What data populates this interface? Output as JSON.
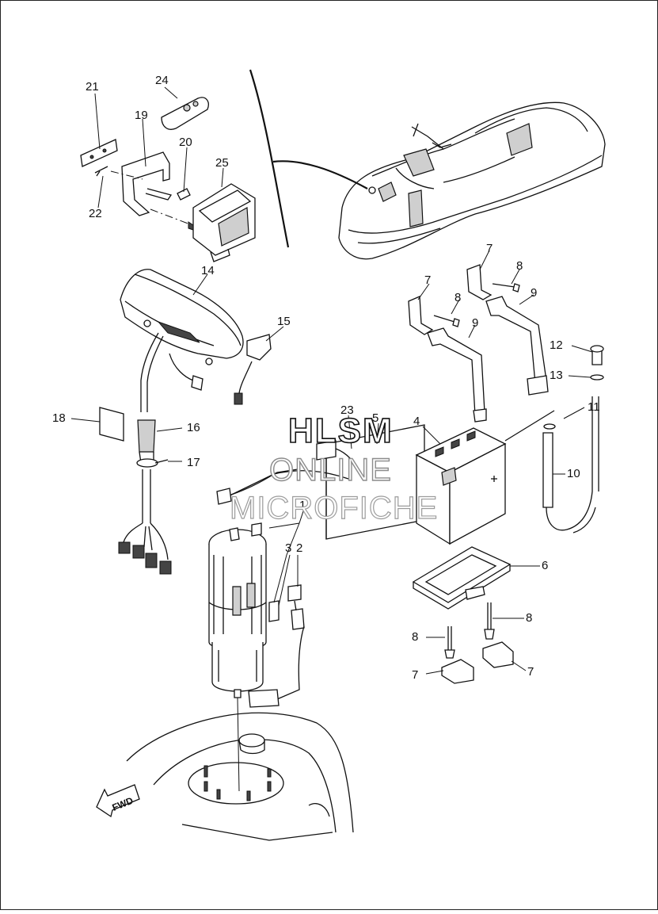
{
  "watermark": {
    "line1": "HLSM",
    "line2": "ONLINE",
    "line3": "MICROFICHE"
  },
  "direction_label": "FWD",
  "callouts": [
    {
      "id": "c1",
      "text": "1"
    },
    {
      "id": "c2",
      "text": "2"
    },
    {
      "id": "c3",
      "text": "3"
    },
    {
      "id": "c4",
      "text": "4"
    },
    {
      "id": "c5",
      "text": "5"
    },
    {
      "id": "c6",
      "text": "6"
    },
    {
      "id": "c7a",
      "text": "7"
    },
    {
      "id": "c7b",
      "text": "7"
    },
    {
      "id": "c7c",
      "text": "7"
    },
    {
      "id": "c7d",
      "text": "7"
    },
    {
      "id": "c8a",
      "text": "8"
    },
    {
      "id": "c8b",
      "text": "8"
    },
    {
      "id": "c8c",
      "text": "8"
    },
    {
      "id": "c8d",
      "text": "8"
    },
    {
      "id": "c9a",
      "text": "9"
    },
    {
      "id": "c9b",
      "text": "9"
    },
    {
      "id": "c10",
      "text": "10"
    },
    {
      "id": "c11",
      "text": "11"
    },
    {
      "id": "c12",
      "text": "12"
    },
    {
      "id": "c13",
      "text": "13"
    },
    {
      "id": "c14",
      "text": "14"
    },
    {
      "id": "c15",
      "text": "15"
    },
    {
      "id": "c16",
      "text": "16"
    },
    {
      "id": "c17",
      "text": "17"
    },
    {
      "id": "c18",
      "text": "18"
    },
    {
      "id": "c19",
      "text": "19"
    },
    {
      "id": "c20",
      "text": "20"
    },
    {
      "id": "c21",
      "text": "21"
    },
    {
      "id": "c22",
      "text": "22"
    },
    {
      "id": "c23",
      "text": "23"
    },
    {
      "id": "c24",
      "text": "24"
    },
    {
      "id": "c25",
      "text": "25"
    }
  ]
}
